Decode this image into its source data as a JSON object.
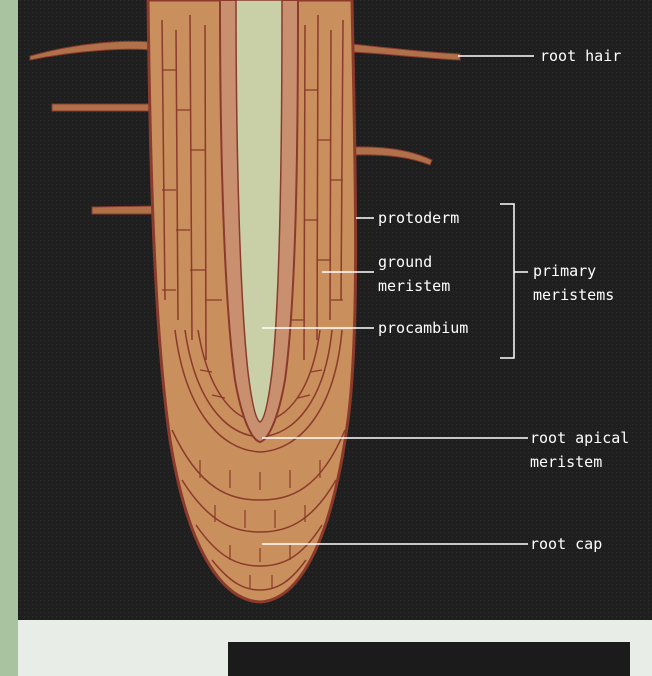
{
  "diagram": {
    "labels": {
      "root_hair": "root hair",
      "protoderm": "protoderm",
      "ground_meristem_line1": "ground",
      "ground_meristem_line2": "meristem",
      "procambium": "procambium",
      "primary_meristems_line1": "primary",
      "primary_meristems_line2": "meristems",
      "root_apical_meristem_line1": "root apical",
      "root_apical_meristem_line2": "meristem",
      "root_cap": "root cap"
    },
    "colors": {
      "background": "#1f1f1f",
      "root_tissue": "#c98f5c",
      "cell_lines": "#8b3a2c",
      "procambium_core": "#c9cfa6",
      "root_hair": "#b0704a",
      "leader_lines": "#ffffff",
      "left_border": "#a9c2a0",
      "bottom_strip": "#e8ede8"
    }
  }
}
